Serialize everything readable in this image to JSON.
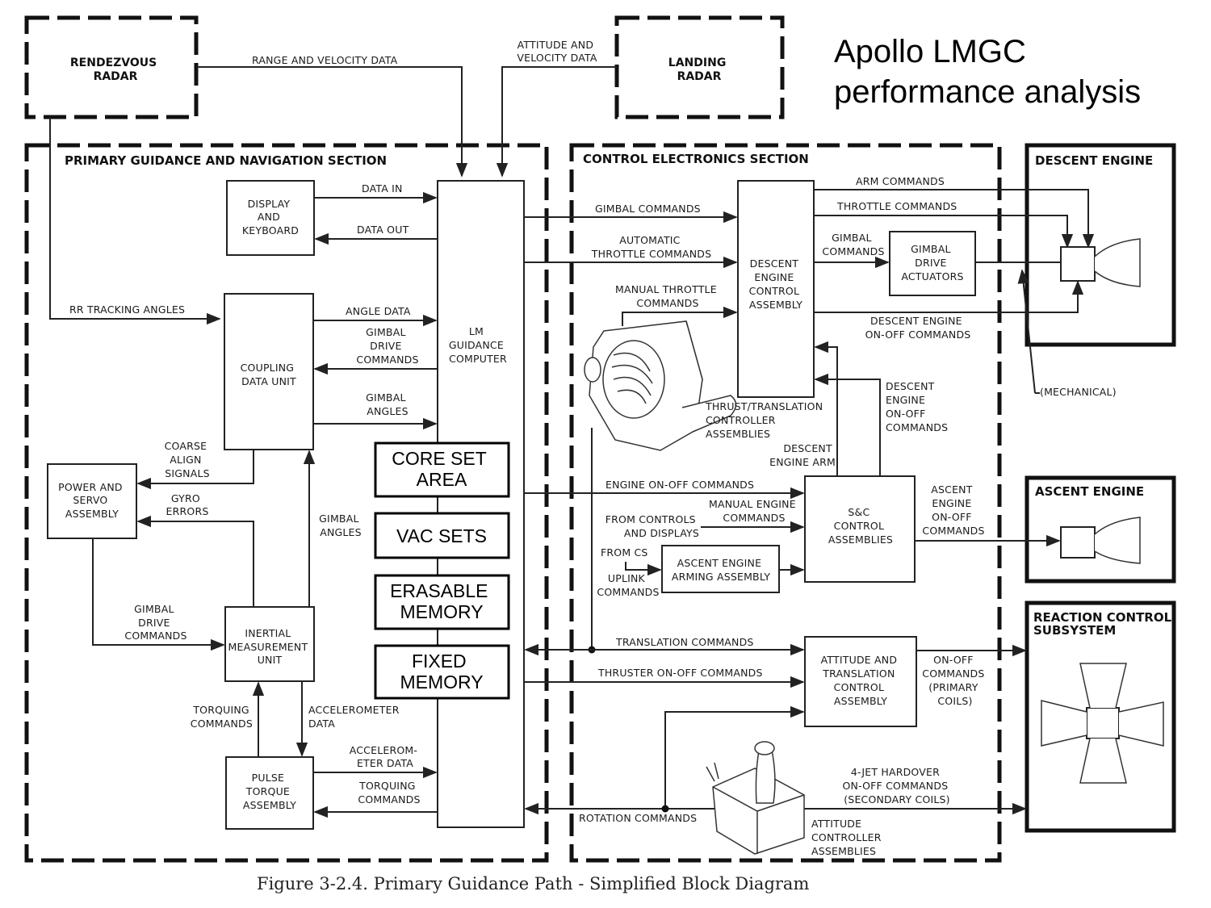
{
  "title": {
    "line1": "Apollo LMGC",
    "line2": "performance analysis"
  },
  "caption": "Figure 3-2.4.   Primary Guidance Path - Simplified Block Diagram",
  "external": {
    "rendezvous_radar": [
      "RENDEZVOUS",
      "RADAR"
    ],
    "landing_radar": [
      "LANDING",
      "RADAR"
    ]
  },
  "sections": {
    "pgns": "PRIMARY GUIDANCE AND NAVIGATION SECTION",
    "ces": "CONTROL ELECTRONICS SECTION",
    "descent_engine": "DESCENT ENGINE",
    "ascent_engine": "ASCENT ENGINE",
    "rcs": [
      "REACTION CONTROL",
      "SUBSYSTEM"
    ]
  },
  "blocks": {
    "dsky": [
      "DISPLAY",
      "AND",
      "KEYBOARD"
    ],
    "lgc": [
      "LM",
      "GUIDANCE",
      "COMPUTER"
    ],
    "cdu": [
      "COUPLING",
      "DATA UNIT"
    ],
    "psa": [
      "POWER AND",
      "SERVO",
      "ASSEMBLY"
    ],
    "imu": [
      "INERTIAL",
      "MEASUREMENT",
      "UNIT"
    ],
    "pta": [
      "PULSE",
      "TORQUE",
      "ASSEMBLY"
    ],
    "deca": [
      "DESCENT",
      "ENGINE",
      "CONTROL",
      "ASSEMBLY"
    ],
    "gda": [
      "GIMBAL",
      "DRIVE",
      "ACTUATORS"
    ],
    "snc": [
      "S&C",
      "CONTROL",
      "ASSEMBLIES"
    ],
    "aeaa": [
      "ASCENT ENGINE",
      "ARMING ASSEMBLY"
    ],
    "atca": [
      "ATTITUDE AND",
      "TRANSLATION",
      "CONTROL",
      "ASSEMBLY"
    ]
  },
  "memory_overlay": [
    [
      "CORE SET",
      "AREA"
    ],
    [
      "VAC SETS"
    ],
    [
      "ERASABLE",
      "MEMORY"
    ],
    [
      "FIXED",
      "MEMORY"
    ]
  ],
  "signals": {
    "range_velocity": "RANGE AND VELOCITY DATA",
    "attitude_velocity": [
      "ATTITUDE AND",
      "VELOCITY DATA"
    ],
    "data_in": "DATA IN",
    "data_out": "DATA OUT",
    "rr_tracking": "RR TRACKING ANGLES",
    "angle_data": "ANGLE DATA",
    "gimbal_drive_cmds": [
      "GIMBAL",
      "DRIVE",
      "COMMANDS"
    ],
    "gimbal_angles_cdu": [
      "GIMBAL",
      "ANGLES"
    ],
    "coarse_align": [
      "COARSE",
      "ALIGN",
      "SIGNALS"
    ],
    "gyro_errors": [
      "GYRO",
      "ERRORS"
    ],
    "gimbal_angles_imu": [
      "GIMBAL",
      "ANGLES"
    ],
    "gimbal_drive_psa": [
      "GIMBAL",
      "DRIVE",
      "COMMANDS"
    ],
    "torquing_cmds_imu": [
      "TORQUING",
      "COMMANDS"
    ],
    "accel_data_imu": [
      "ACCELEROMETER",
      "DATA"
    ],
    "accel_data_pta": [
      "ACCELEROM-",
      "ETER DATA"
    ],
    "torquing_cmds_pta": [
      "TORQUING",
      "COMMANDS"
    ],
    "gimbal_commands": "GIMBAL COMMANDS",
    "auto_throttle": [
      "AUTOMATIC",
      "THROTTLE COMMANDS"
    ],
    "manual_throttle": [
      "MANUAL THROTTLE",
      "COMMANDS"
    ],
    "ttca": [
      "THRUST/TRANSLATION",
      "CONTROLLER",
      "ASSEMBLIES"
    ],
    "arm_commands": "ARM COMMANDS",
    "throttle_commands": "THROTTLE COMMANDS",
    "gimbal_commands_gda": [
      "GIMBAL",
      "COMMANDS"
    ],
    "de_onoff": [
      "DESCENT ENGINE",
      "ON-OFF COMMANDS"
    ],
    "de_onoff_snc": [
      "DESCENT",
      "ENGINE",
      "ON-OFF",
      "COMMANDS"
    ],
    "de_arm": [
      "DESCENT",
      "ENGINE ARM"
    ],
    "mechanical": "(MECHANICAL)",
    "engine_onoff": "ENGINE ON-OFF COMMANDS",
    "manual_engine": [
      "MANUAL ENGINE",
      "COMMANDS"
    ],
    "from_controls": [
      "FROM CONTROLS",
      "AND DISPLAYS"
    ],
    "from_cs": "FROM CS",
    "uplink": [
      "UPLINK",
      "COMMANDS"
    ],
    "ae_onoff": [
      "ASCENT",
      "ENGINE",
      "ON-OFF",
      "COMMANDS"
    ],
    "translation_cmds": "TRANSLATION COMMANDS",
    "thruster_onoff": "THRUSTER ON-OFF COMMANDS",
    "onoff_primary": [
      "ON-OFF",
      "COMMANDS",
      "(PRIMARY",
      "COILS)"
    ],
    "hardover": [
      "4-JET HARDOVER",
      "ON-OFF COMMANDS",
      "(SECONDARY COILS)"
    ],
    "rotation_cmds": "ROTATION COMMANDS",
    "aca": [
      "ATTITUDE",
      "CONTROLLER",
      "ASSEMBLIES"
    ]
  }
}
